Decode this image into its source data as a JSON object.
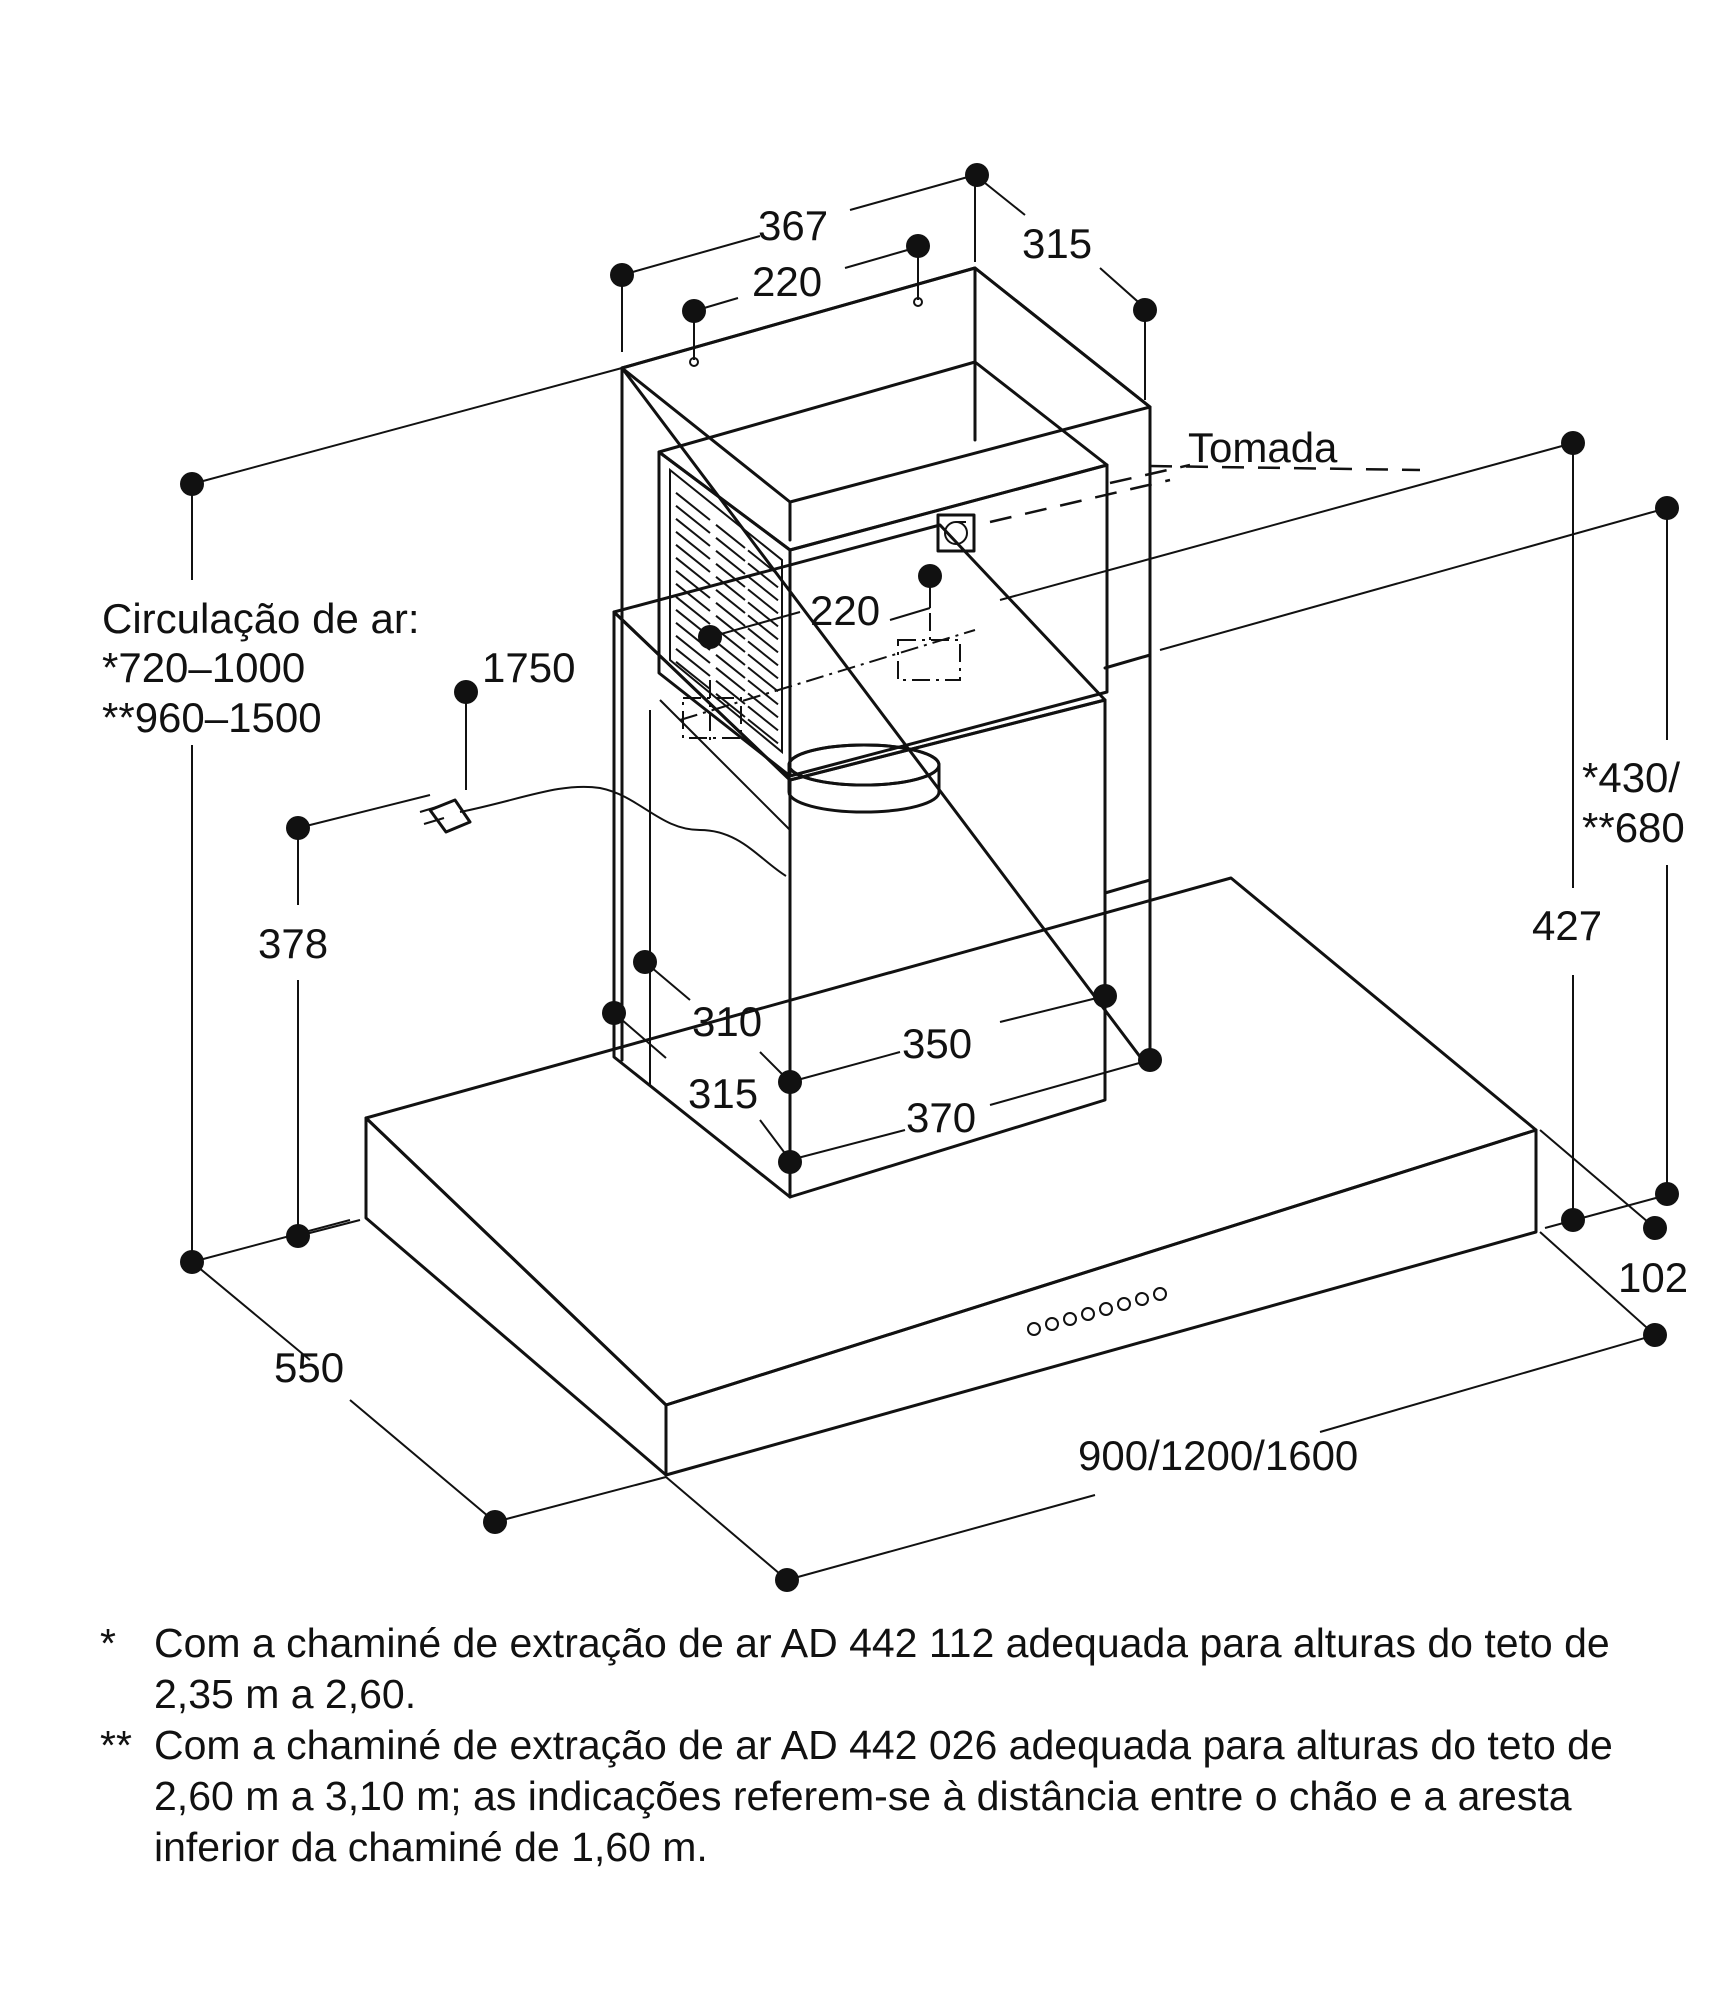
{
  "labels": {
    "d367": "367",
    "d220_top": "220",
    "d315_top": "315",
    "tomada": "Tomada",
    "circ_title": "Circulação de ar:",
    "circ_a": "*720–1000",
    "circ_b": "**960–1500",
    "d1750": "1750",
    "d220_mid": "220",
    "d378": "378",
    "d430": "*430/",
    "d680": "**680",
    "d427": "427",
    "d310": "310",
    "d350": "350",
    "d315_low": "315",
    "d370": "370",
    "d102": "102",
    "d550": "550",
    "d900": "900/1200/1600"
  },
  "notes": [
    {
      "mark": "*",
      "text": "Com a chaminé de extração de ar AD 442 112 adequada para alturas do teto de 2,35 m a 2,60."
    },
    {
      "mark": "**",
      "text": "Com a chaminé de extração de ar AD 442 026 adequada para alturas do teto de 2,60 m a 3,10 m; as indicações referem-se à distância entre o chão e a aresta inferior da chaminé de 1,60 m."
    }
  ]
}
